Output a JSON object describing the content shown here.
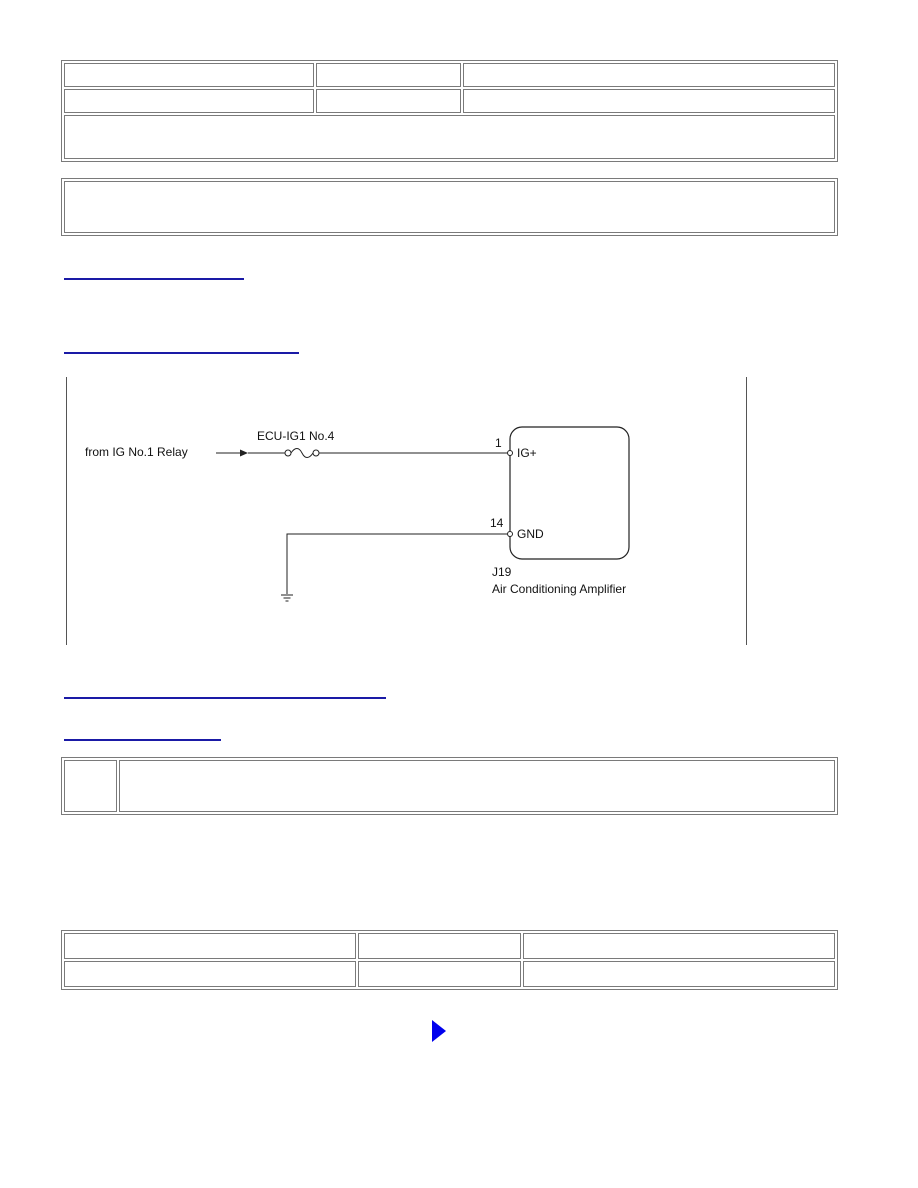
{
  "diagram": {
    "source_label": "from IG No.1 Relay",
    "fuse_label": "ECU-IG1 No.4",
    "pin1_number": "1",
    "pin1_name": "IG+",
    "pin14_number": "14",
    "pin14_name": "GND",
    "connector_code": "J19",
    "component_name": "Air Conditioning Amplifier"
  },
  "colors": {
    "link": "#1a1aa6",
    "next_arrow": "#0000ee",
    "border": "#7a7a7a"
  }
}
